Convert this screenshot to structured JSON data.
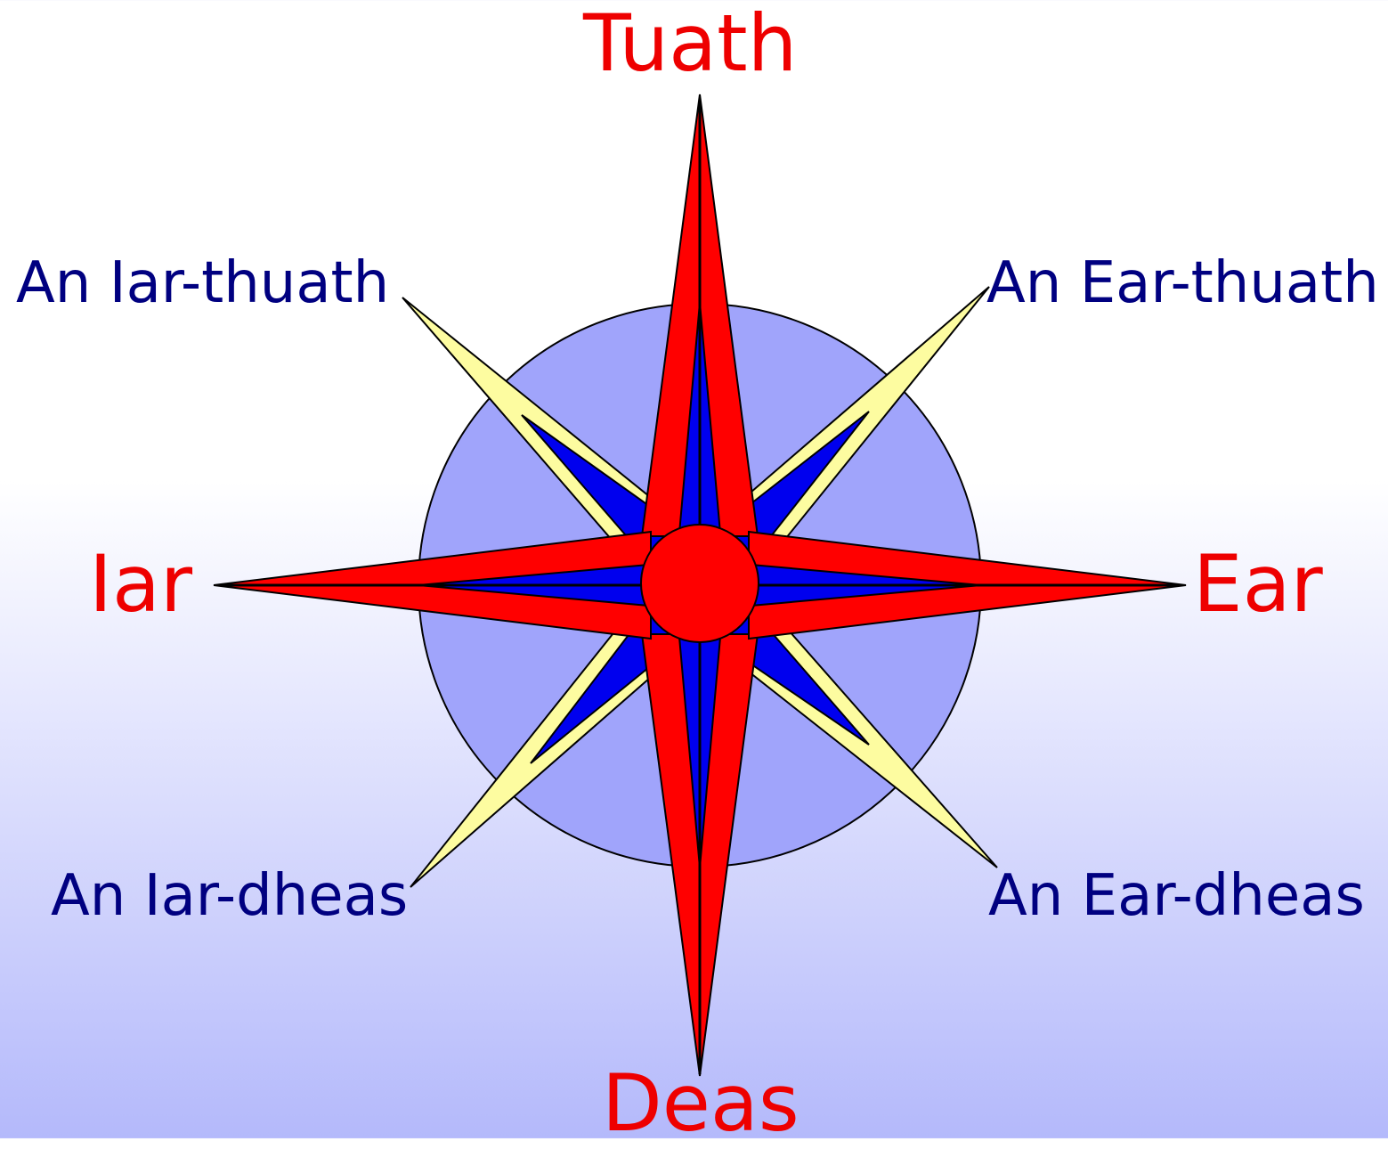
{
  "directions": {
    "north": "Tuath",
    "south": "Deas",
    "west": "Iar",
    "east": "Ear",
    "northwest": "An Iar-thuath",
    "northeast": "An Ear-thuath",
    "southwest": "An Iar-dheas",
    "southeast": "An Ear-dheas"
  },
  "colors": {
    "cardinal_text": "#ee0000",
    "intercardinal_text": "#000080",
    "disc": "#a0a4fb",
    "red_arm": "#ff0000",
    "blue_arm": "#0000ee",
    "yellow_arm": "#fdfca0"
  }
}
